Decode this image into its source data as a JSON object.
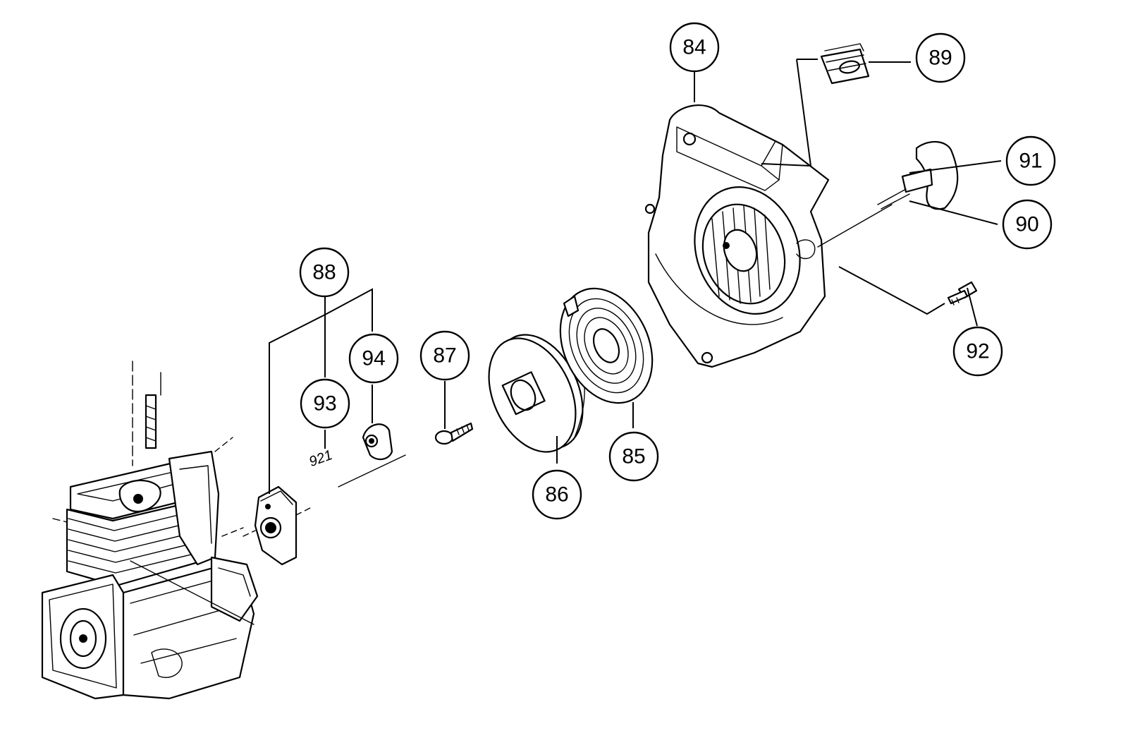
{
  "diagram": {
    "callouts": {
      "84": "84",
      "85": "85",
      "86": "86",
      "87": "87",
      "88": "88",
      "89": "89",
      "90": "90",
      "91": "91",
      "92": "92",
      "93": "93",
      "94": "94"
    },
    "small_labels": {
      "spring_marking": "921"
    }
  }
}
